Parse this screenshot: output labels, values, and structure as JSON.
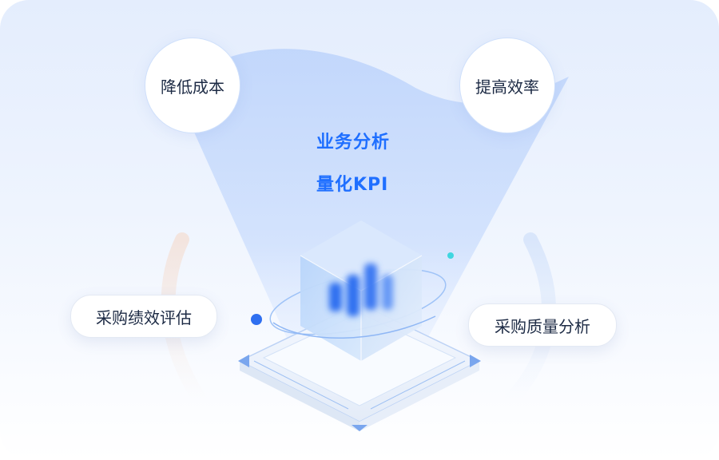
{
  "top_left_circle": "降低成本",
  "top_right_circle": "提高效率",
  "center_line1": "业务分析",
  "center_line2": "量化KPI",
  "left_pill": "采购绩效评估",
  "right_pill": "采购质量分析",
  "colors": {
    "accent_blue": "#1f6fff",
    "funnel_fill": "#c4d8fb",
    "text_dark": "#1c2a44",
    "cyan_dot": "#3fd6e0"
  },
  "icons": [
    "bar-chart-cube-icon"
  ]
}
